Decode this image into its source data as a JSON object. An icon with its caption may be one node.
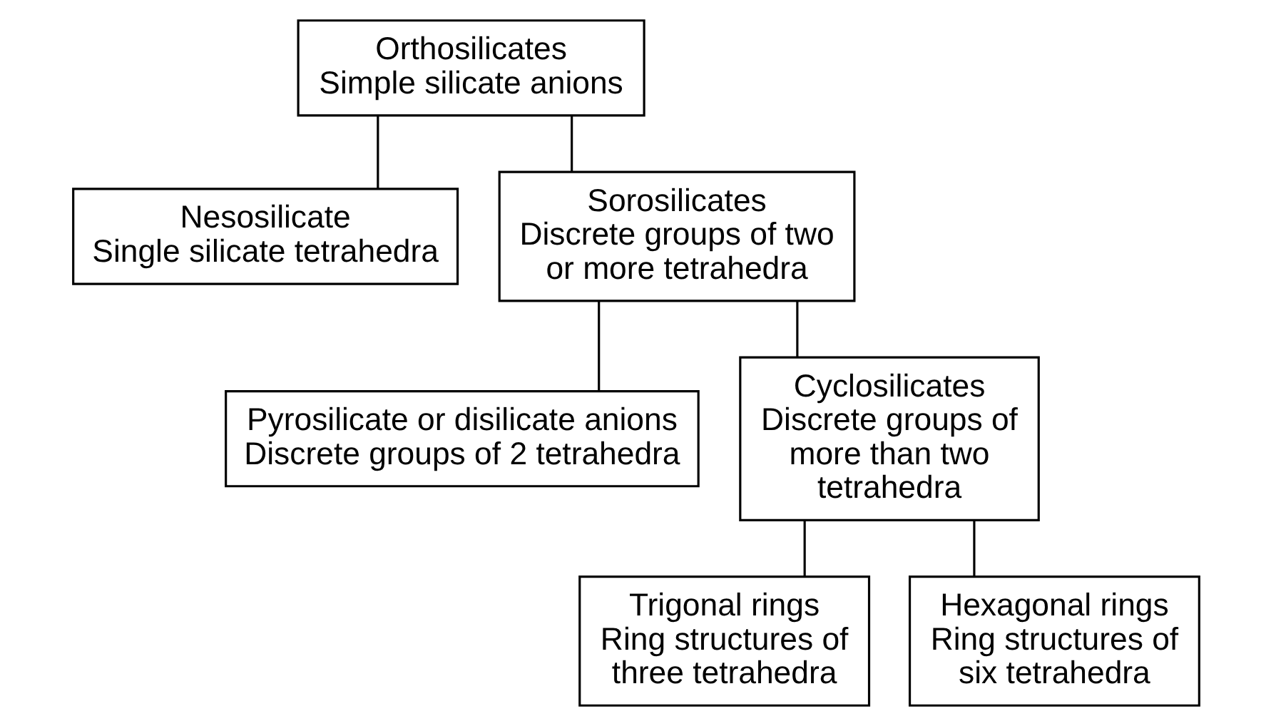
{
  "diagram": {
    "nodes": [
      {
        "text": [
          "Orthosilicates",
          "Simple silicate anions"
        ]
      },
      {
        "text": [
          "Nesosilicate",
          "Single silicate tetrahedra"
        ]
      },
      {
        "text": [
          "Sorosilicates",
          "Discrete groups of two or more tetrahedra"
        ]
      },
      {
        "text": [
          "Pyrosilicate or disilicate anions",
          "Discrete groups of 2 tetrahedra"
        ]
      },
      {
        "text": [
          "Cyclosilicates",
          "Discrete groups of more than two tetrahedra"
        ]
      },
      {
        "text": [
          "Trigonal rings",
          "Ring structures of three tetrahedra"
        ]
      },
      {
        "text": [
          "Hexagonal rings",
          "Ring structures of six tetrahedra"
        ]
      }
    ],
    "edges": [
      {
        "from": 0,
        "to": 1,
        "arrow": "none"
      },
      {
        "from": 0,
        "to": 2,
        "arrow": "none"
      },
      {
        "from": 2,
        "to": 3,
        "arrow": "none"
      },
      {
        "from": 2,
        "to": 4,
        "arrow": "none"
      },
      {
        "from": 4,
        "to": 5,
        "arrow": "none"
      },
      {
        "from": 4,
        "to": 6,
        "arrow": "none"
      }
    ]
  }
}
